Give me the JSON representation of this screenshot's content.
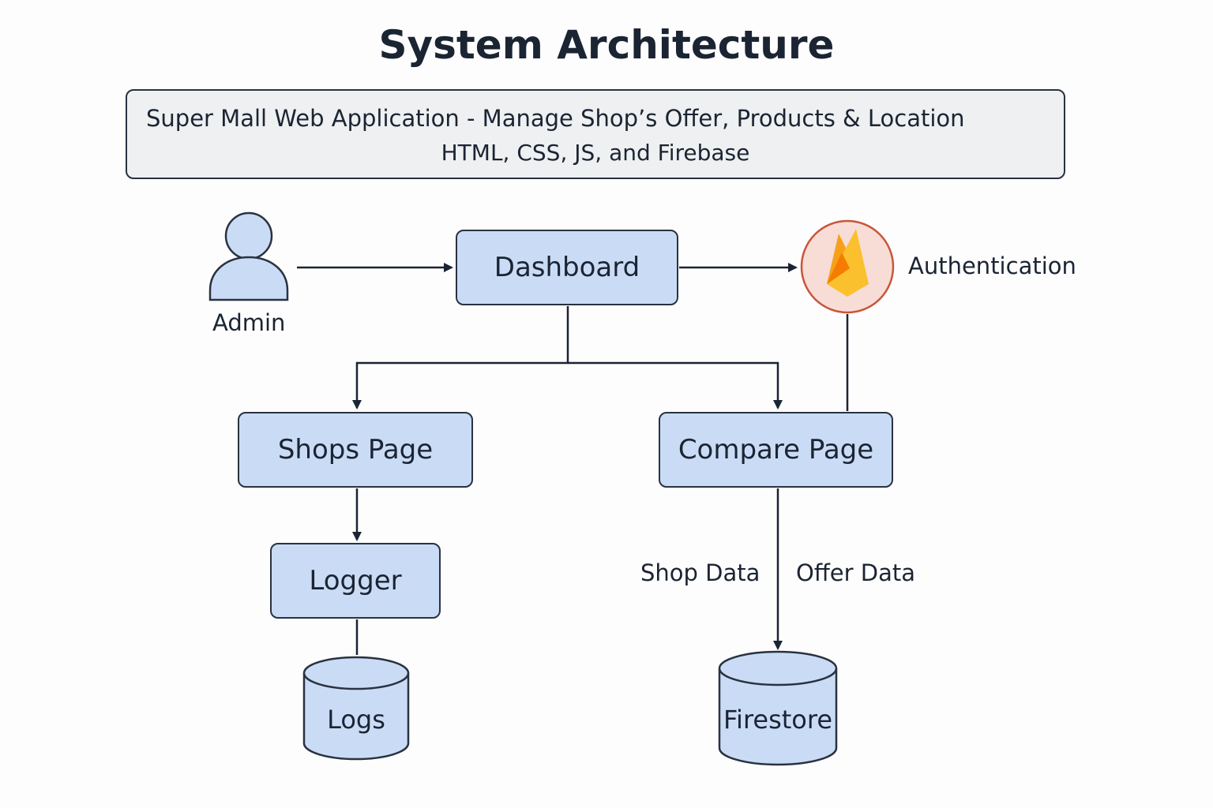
{
  "title": "System Architecture",
  "banner": {
    "heading": "Super Mall Web Application - Manage Shop’s Offer, Products & Location",
    "tech": "HTML, CSS, JS, and Firebase"
  },
  "nodes": {
    "admin": "Admin",
    "dashboard": "Dashboard",
    "authentication": "Authentication",
    "shops_page": "Shops Page",
    "compare_page": "Compare Page",
    "logger": "Logger",
    "logs": "Logs",
    "firestore": "Firestore"
  },
  "edge_labels": {
    "shop_data": "Shop Data",
    "offer_data": "Offer Data"
  },
  "icons": {
    "admin": "user-icon",
    "authentication": "firebase-icon"
  },
  "colors": {
    "node_fill": "#cadcf5",
    "stroke": "#2a3240",
    "firebase_ring": "#c9553b",
    "firebase_bg": "#f7ddd6"
  }
}
